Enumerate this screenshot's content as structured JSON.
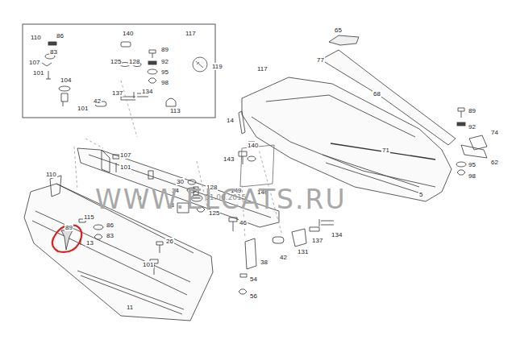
{
  "diagram": {
    "labels": [
      "110",
      "86",
      "83",
      "107",
      "101",
      "104",
      "101",
      "140",
      "117",
      "89",
      "125",
      "128",
      "92",
      "95",
      "98",
      "137",
      "42",
      "134",
      "113",
      "119",
      "65",
      "77",
      "117",
      "68",
      "14",
      "89",
      "92",
      "74",
      "71",
      "140",
      "143",
      "107",
      "101",
      "110",
      "6",
      "30",
      "34",
      "128",
      "18",
      "125",
      "149",
      "146",
      "95",
      "98",
      "62",
      "5",
      "115",
      "89",
      "13",
      "86",
      "83",
      "26",
      "46",
      "137",
      "134",
      "131",
      "38",
      "42",
      "101",
      "54",
      "56",
      "11",
      "WWW.ELCATS.RU",
      "01.06.2015"
    ]
  }
}
